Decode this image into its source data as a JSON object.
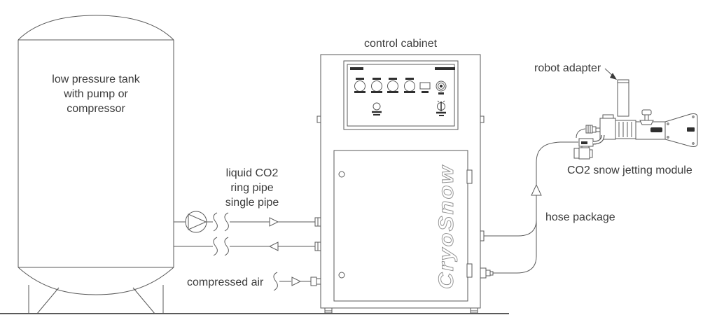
{
  "labels": {
    "tank": [
      "low pressure tank",
      "with pump or",
      "compressor"
    ],
    "pipe": [
      "liquid CO2",
      "ring pipe",
      "single pipe"
    ],
    "compressed_air": "compressed air",
    "control_cabinet": "control cabinet",
    "robot_adapter": "robot adapter",
    "jetting_module": "CO2 snow jetting module",
    "hose_package": "hose package"
  },
  "brand": {
    "door_logo": "CryoSnow"
  },
  "icons": {
    "pump": "circle-with-inscribed-triangle",
    "flow_arrow": "open-triangle",
    "pipe_break": "double-s-curve",
    "emergency_button": "concentric-circles",
    "key_switch": "circle-with-slot"
  },
  "colors": {
    "background": "#ffffff",
    "line": "#5a5a5a",
    "text": "#3b3b3b",
    "dark_detail": "#2f2f2f",
    "logo_outline": "#8f8f8f"
  }
}
